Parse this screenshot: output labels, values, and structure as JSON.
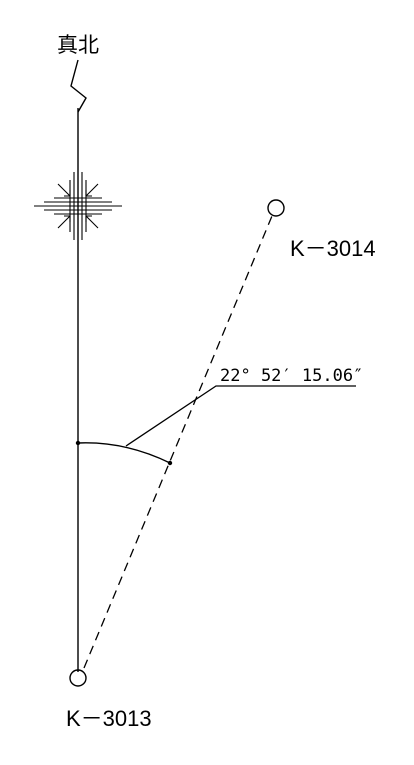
{
  "north_label": "真北",
  "points": {
    "start": {
      "name": "K－3013"
    },
    "end": {
      "name": "K－3014"
    }
  },
  "angle_label": "22° 52′ 15.06″",
  "colors": {
    "line": "#000000",
    "background": "#ffffff"
  }
}
